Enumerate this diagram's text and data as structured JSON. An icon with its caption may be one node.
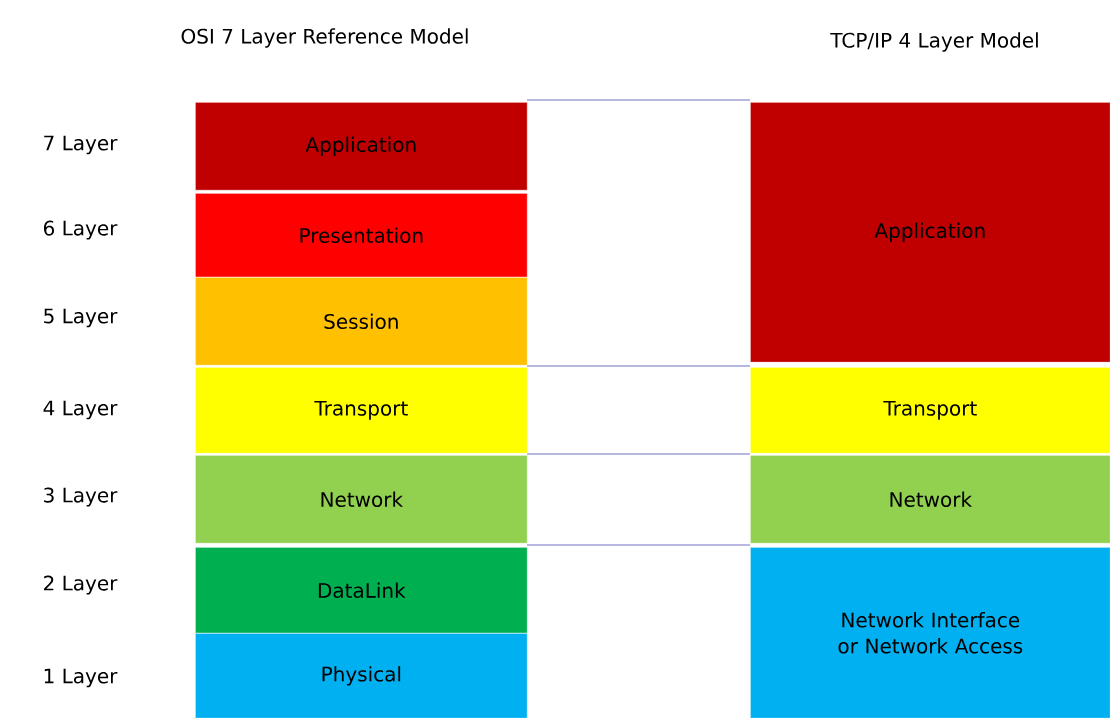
{
  "diagram": {
    "nodes": [
      {
        "text": [
          "Application"
        ]
      },
      {
        "text": [
          "Presentation"
        ]
      },
      {
        "text": [
          "Session"
        ]
      },
      {
        "text": [
          "Transport"
        ]
      },
      {
        "text": [
          "Network"
        ]
      },
      {
        "text": [
          "DataLink"
        ]
      },
      {
        "text": [
          "Physical"
        ]
      },
      {
        "text": [
          "Application"
        ]
      },
      {
        "text": [
          "Transport"
        ]
      },
      {
        "text": [
          "Network"
        ]
      },
      {
        "text": [
          "Network Interface or Network Access"
        ]
      }
    ],
    "labels": [
      "OSI 7 Layer Reference Model",
      "TCP/IP 4 Layer Model",
      "7 Layer",
      "6 Layer",
      "5 Layer",
      "4 Layer",
      "3 Layer",
      "2 Layer",
      "1 Layer"
    ]
  }
}
